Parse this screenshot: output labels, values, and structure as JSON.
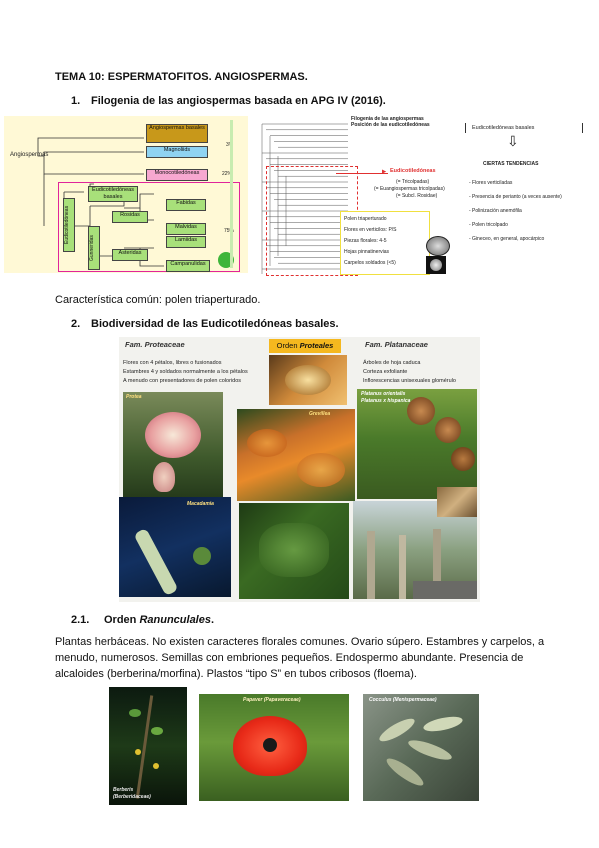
{
  "title": "TEMA 10: ESPERMATOFITOS. ANGIOSPERMAS.",
  "section1": {
    "number": "1.",
    "heading": "Filogenia de las angiospermas basada en APG IV (2016)."
  },
  "tree": {
    "root": "Angiospermas",
    "basal": "Angiospermas basales",
    "magnoliids": "Magnoliids",
    "monocots": "Monocotiledóneas",
    "eudicots": "Eudicotiledóneas",
    "eudicot_basal": "Eudicotiledóneas basales",
    "core": "Gunneridas",
    "rosids": "Rosidas",
    "asterids": "Asteridas",
    "fabids": "Fabidas",
    "malvids": "Malvidas",
    "lamiids": "Lamiidas",
    "campanulids": "Campanulidas",
    "pct1": "3%",
    "pct2": "22%",
    "pct3": "75%"
  },
  "cladogram": {
    "title_line1": "Filogenia de las angiospermas",
    "title_line2": "Posición de las eudicotiledóneas",
    "label_eudicot": "Eudicotiledóneas",
    "sub1": "(= Tricolpadas)",
    "sub2": "(= Euangiospermas tricolpadas)",
    "sub3": "(= Subcl. Rosidae)",
    "features": [
      "Polen triaperturado",
      "Flores en verticilos: P/S",
      "Piezas florales: 4-5",
      "Hojas pinnatinervias",
      "Carpelos soldados (<5)"
    ]
  },
  "tendencias": {
    "box_label": "Eudicotiledóneas basales",
    "title": "CIERTAS TENDENCIAS",
    "items": [
      "- Flores verticiladas",
      "- Presencia de perianto (a veces ausente)",
      "- Polinización anemófila",
      "- Polen tricolpado",
      "- Gineceo, en general, apocárpico"
    ]
  },
  "common_feature": "Característica común: polen triaperturado.",
  "section2": {
    "number": "2.",
    "heading": "Biodiversidad de las Eudicotiledóneas basales."
  },
  "proteales": {
    "fam1": "Fam. Proteaceae",
    "order_prefix": "Orden ",
    "order_name": "Proteales",
    "fam2": "Fam. Platanaceae",
    "fam1_lines": [
      "Flores con 4 pétalos, libres o fusionados",
      "Estambres 4 y soldados normalmente a los pétalos",
      "A menudo con presentadores de polen coloridos"
    ],
    "fam2_lines": [
      "Árboles de hoja caduca",
      "Corteza exfoliante",
      "Inflorescencias unisexuales glomérulo"
    ],
    "captions": {
      "protea": "Protea",
      "grevillea": "Grevillea",
      "macadamia": "Macadamia",
      "platanus1": "Platanus orientalis",
      "platanus2": "Platanus x hispanica"
    }
  },
  "section21": {
    "number": "2.1.",
    "prefix": "Orden ",
    "name": "Ranunculales",
    "suffix": "."
  },
  "ranunculales_text": "Plantas herbáceas. No existen caracteres florales comunes. Ovario súpero. Estambres y carpelos, a menudo, numerosos. Semillas con embriones pequeños. Endospermo abundante. Presencia de alcaloides (berberina/morfina). Plastos “tipo S” en tubos cribosos (floema).",
  "photos": {
    "berberis1": "Berberis",
    "berberis2": "(Berberidaceae)",
    "papaver": "Papaver (Papaveraceae)",
    "cocculus": "Cocculus (Menispermaceae)"
  }
}
